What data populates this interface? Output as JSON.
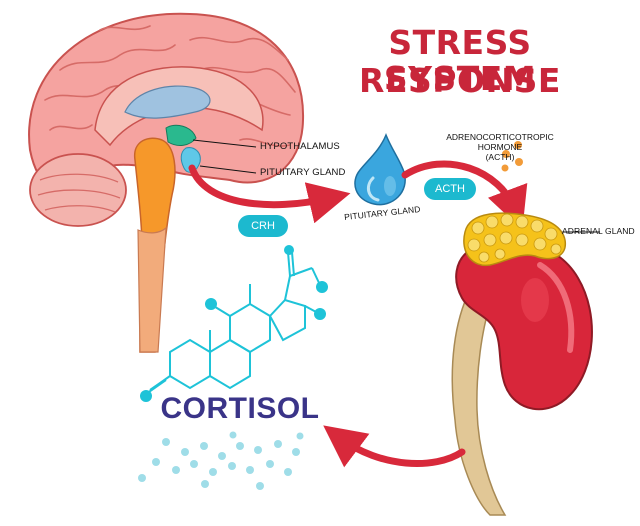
{
  "title": {
    "line1": "STRESS RESPONSE",
    "line2": "SYSTEM"
  },
  "labels": {
    "hypothalamus": "HYPOTHALAMUS",
    "pituitary_gland_brain": "PITUITARY GLAND",
    "pituitary_gland_detail": "PITUITARY GLAND",
    "adrenal_gland": "ADRENAL GLAND",
    "acth_full_line1": "ADRENOCORTICOTROPIC",
    "acth_full_line2": "HORMONE",
    "acth_full_line3": "(ACTH)"
  },
  "pills": {
    "crh": "CRH",
    "acth": "ACTH"
  },
  "cortisol": "CORTISOL",
  "colors": {
    "title_red": "#c8263a",
    "pill_cyan": "#1cb9cf",
    "arrow_red": "#d8293b",
    "cortisol_navy": "#3a3488",
    "molecule_cyan": "#1ec3d8",
    "brain_pink": "#f29a9a",
    "kidney_red": "#d8263a",
    "adrenal_yellow": "#f5c21a"
  }
}
